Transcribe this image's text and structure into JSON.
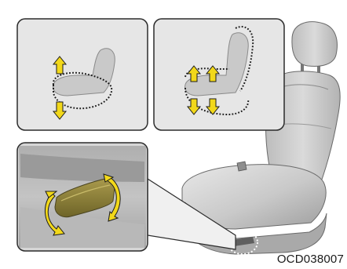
{
  "figure": {
    "code": "OCD038007",
    "panels": [
      {
        "name": "seat-cushion-tilt",
        "arrows": [
          "up",
          "down"
        ]
      },
      {
        "name": "seat-height",
        "arrows": [
          "up",
          "up",
          "down",
          "down"
        ]
      },
      {
        "name": "height-lever-closeup",
        "arrows": [
          "rotate-up-down",
          "rotate-up-down"
        ]
      }
    ],
    "colors": {
      "panel_fill": "#e6e6e6",
      "panel_border": "#2b2b2b",
      "arrow_fill": "#f2d81a",
      "arrow_stroke": "#1a1a1a",
      "lever_fill": "#8a7d3a",
      "seat_fill": "#cdcdcd"
    }
  }
}
